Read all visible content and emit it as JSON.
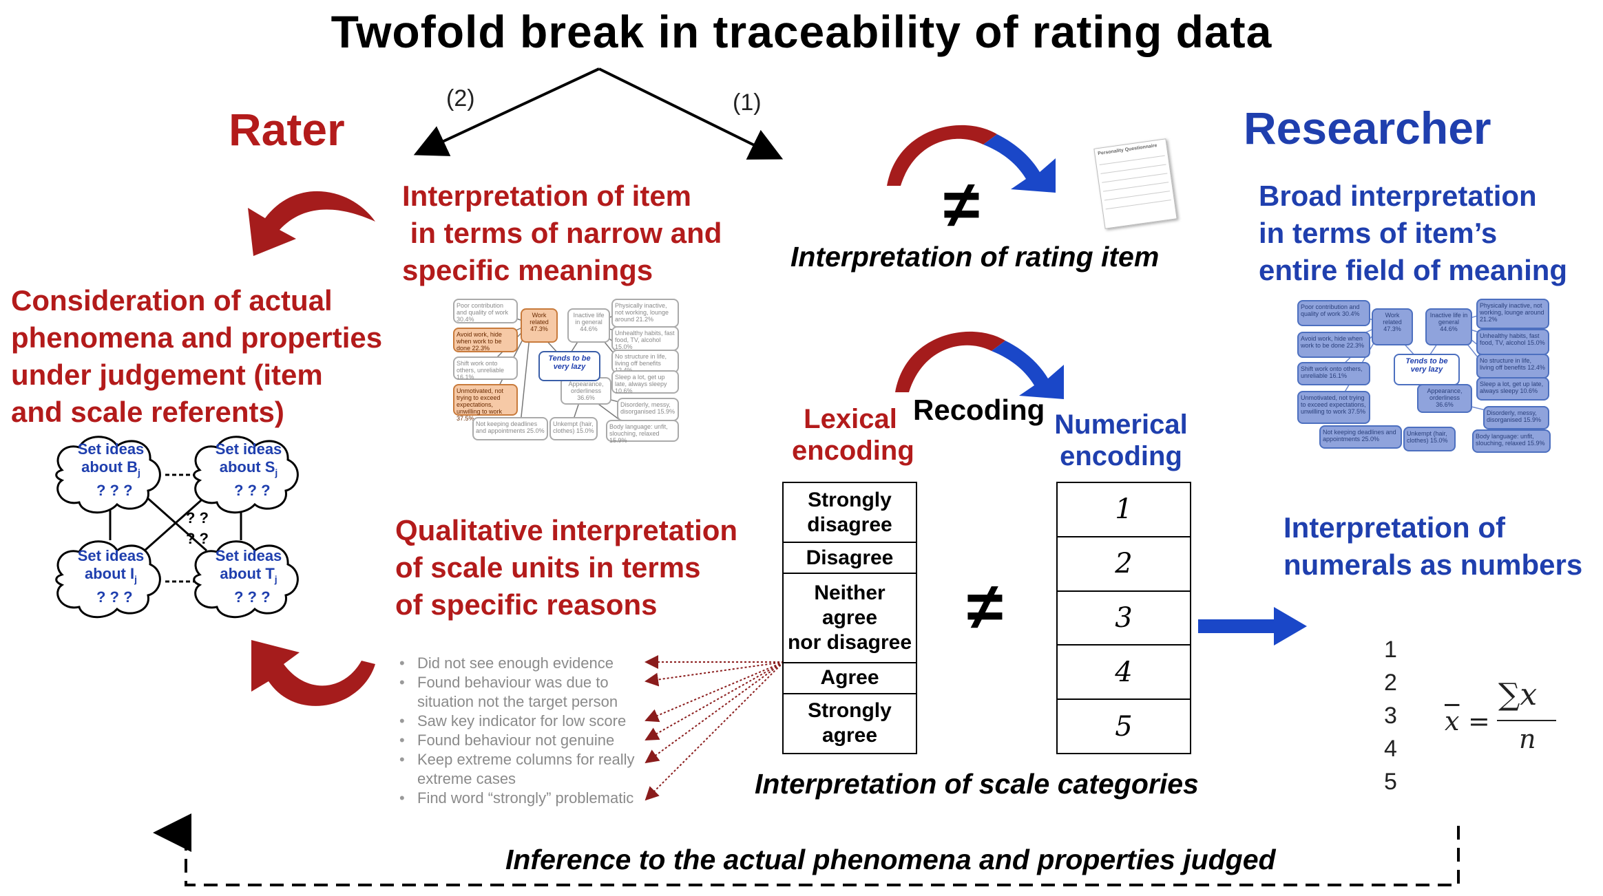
{
  "title": "Twofold break in traceability of rating data",
  "branch_labels": {
    "left": "(2)",
    "right": "(1)"
  },
  "rater": {
    "heading": "Rater",
    "item_interpretation": [
      "Interpretation of item",
      " in terms of narrow and",
      "specific meanings"
    ],
    "consideration": [
      "Consideration of actual",
      "phenomena and properties",
      "under judgement (item",
      "and scale referents)"
    ],
    "qualitative": [
      "Qualitative interpretation",
      "of scale units in terms",
      "of specific reasons"
    ],
    "reasons": [
      "Did not see enough evidence",
      "Found behaviour was due to situation not the target person",
      "Saw key indicator for low score",
      "Found behaviour not genuine",
      "Keep extreme columns for really extreme cases",
      "Find word “strongly” problematic"
    ],
    "clouds": [
      {
        "line1": "Set ideas",
        "line2": "about B",
        "sub": "j"
      },
      {
        "line1": "Set ideas",
        "line2": "about S",
        "sub": "j"
      },
      {
        "line1": "Set ideas",
        "line2": "about I",
        "sub": "j"
      },
      {
        "line1": "Set ideas",
        "line2": "about T",
        "sub": "j"
      }
    ]
  },
  "researcher": {
    "heading": "Researcher",
    "broad": [
      "Broad interpretation",
      "in terms of item’s",
      "entire field of meaning"
    ],
    "numerals": [
      "Interpretation of",
      "numerals as numbers"
    ],
    "numbers": [
      "1",
      "2",
      "3",
      "4",
      "5"
    ],
    "formula": {
      "lhs": "x",
      "sum": "∑x",
      "den": "n"
    }
  },
  "middle": {
    "not_equal": "≠",
    "rating_item": "Interpretation of rating item",
    "recoding": "Recoding",
    "lexical": [
      "Lexical",
      "encoding"
    ],
    "numerical": [
      "Numerical",
      "encoding"
    ],
    "scale_categories": "Interpretation of scale categories",
    "lexical_categories": [
      [
        "Strongly",
        "disagree"
      ],
      [
        "Disagree"
      ],
      [
        "Neither agree",
        "nor disagree"
      ],
      [
        "Agree"
      ],
      [
        "Strongly",
        "agree"
      ]
    ],
    "numeric_codes": [
      "1",
      "2",
      "3",
      "4",
      "5"
    ]
  },
  "inference": "Inference to the actual phenomena and properties judged",
  "concept_map": {
    "center": [
      "Tends to be",
      "very lazy"
    ],
    "nodes": [
      "Poor contribution and quality of work 30.4%",
      "Avoid work, hide when work to be done 22.3%",
      "Shift work onto others, unreliable 16.1%",
      "Unmotivated, not trying to exceed expectations, unwilling to work 37.5%",
      "Not keeping deadlines and appointments 25.0%",
      "Work related 47.3%",
      "Inactive life in general 44.6%",
      "Physically inactive, not working, lounge around 21.2%",
      "Unhealthy habits, fast food, TV, alcohol 15.0%",
      "No structure in life, living off benefits 12.4%",
      "Sleep a lot, get up late, always sleepy 10.6%",
      "Appearance, orderliness 36.6%",
      "Disorderly, messy, disorganised 15.9%",
      "Unkempt (hair, clothes) 15.0%",
      "Body language: unfit, slouching, relaxed 15.9%"
    ]
  },
  "questionnaire": {
    "title": "Personality Questionnaire"
  },
  "colors": {
    "red": "#b31b1b",
    "blue": "#1f3fae",
    "arrow_blue": "#1a47c8",
    "arrow_red": "#a51c1c"
  }
}
